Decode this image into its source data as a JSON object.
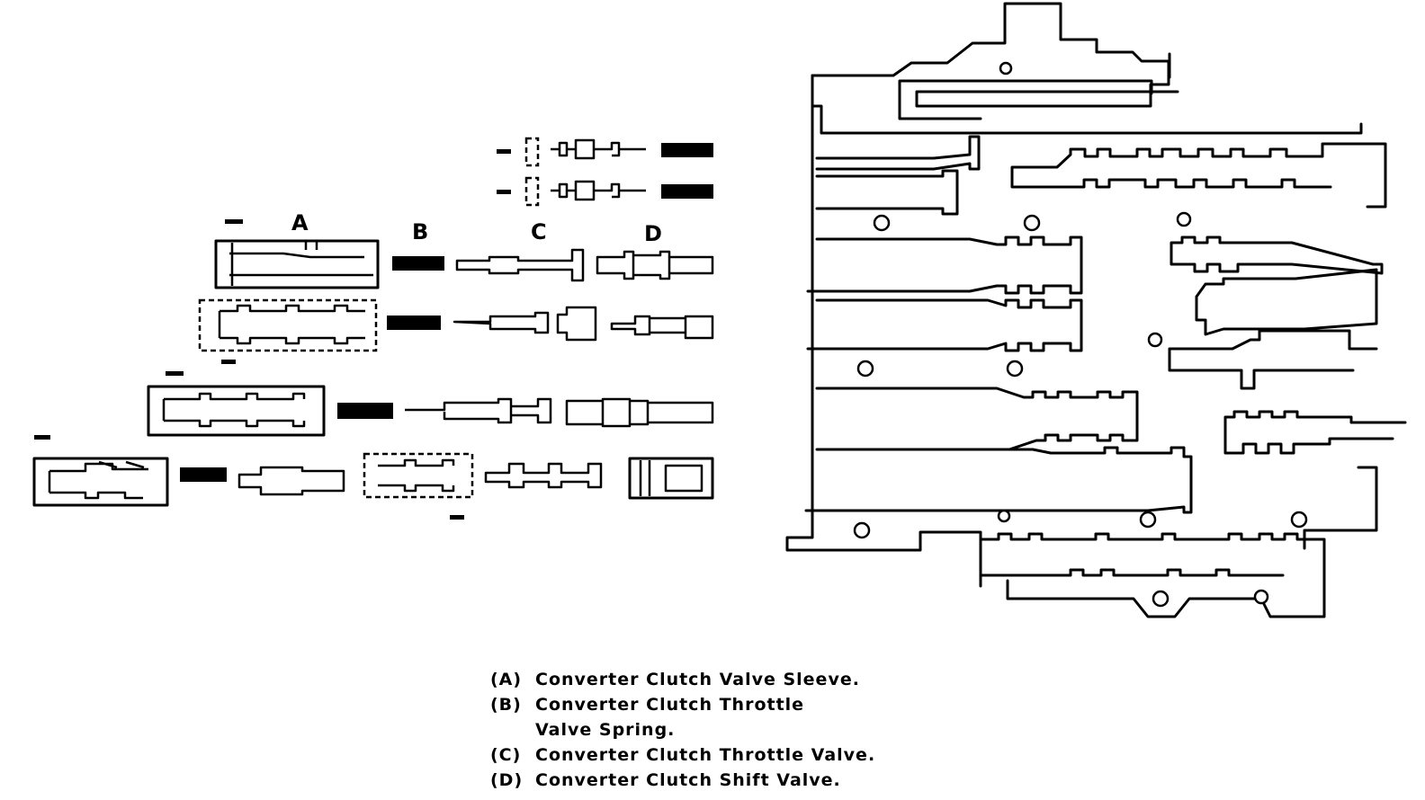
{
  "column_labels": {
    "a": "A",
    "b": "B",
    "c": "C",
    "d": "D"
  },
  "legend": [
    {
      "key": "(A)",
      "text": "Converter Clutch Valve  Sleeve."
    },
    {
      "key": "(B)",
      "text": "Converter Clutch Throttle"
    },
    {
      "key": "",
      "text": "Valve Spring."
    },
    {
      "key": "(C)",
      "text": "Converter Clutch Throttle  Valve."
    },
    {
      "key": "(D)",
      "text": "Converter Clutch Shift  Valve."
    }
  ]
}
